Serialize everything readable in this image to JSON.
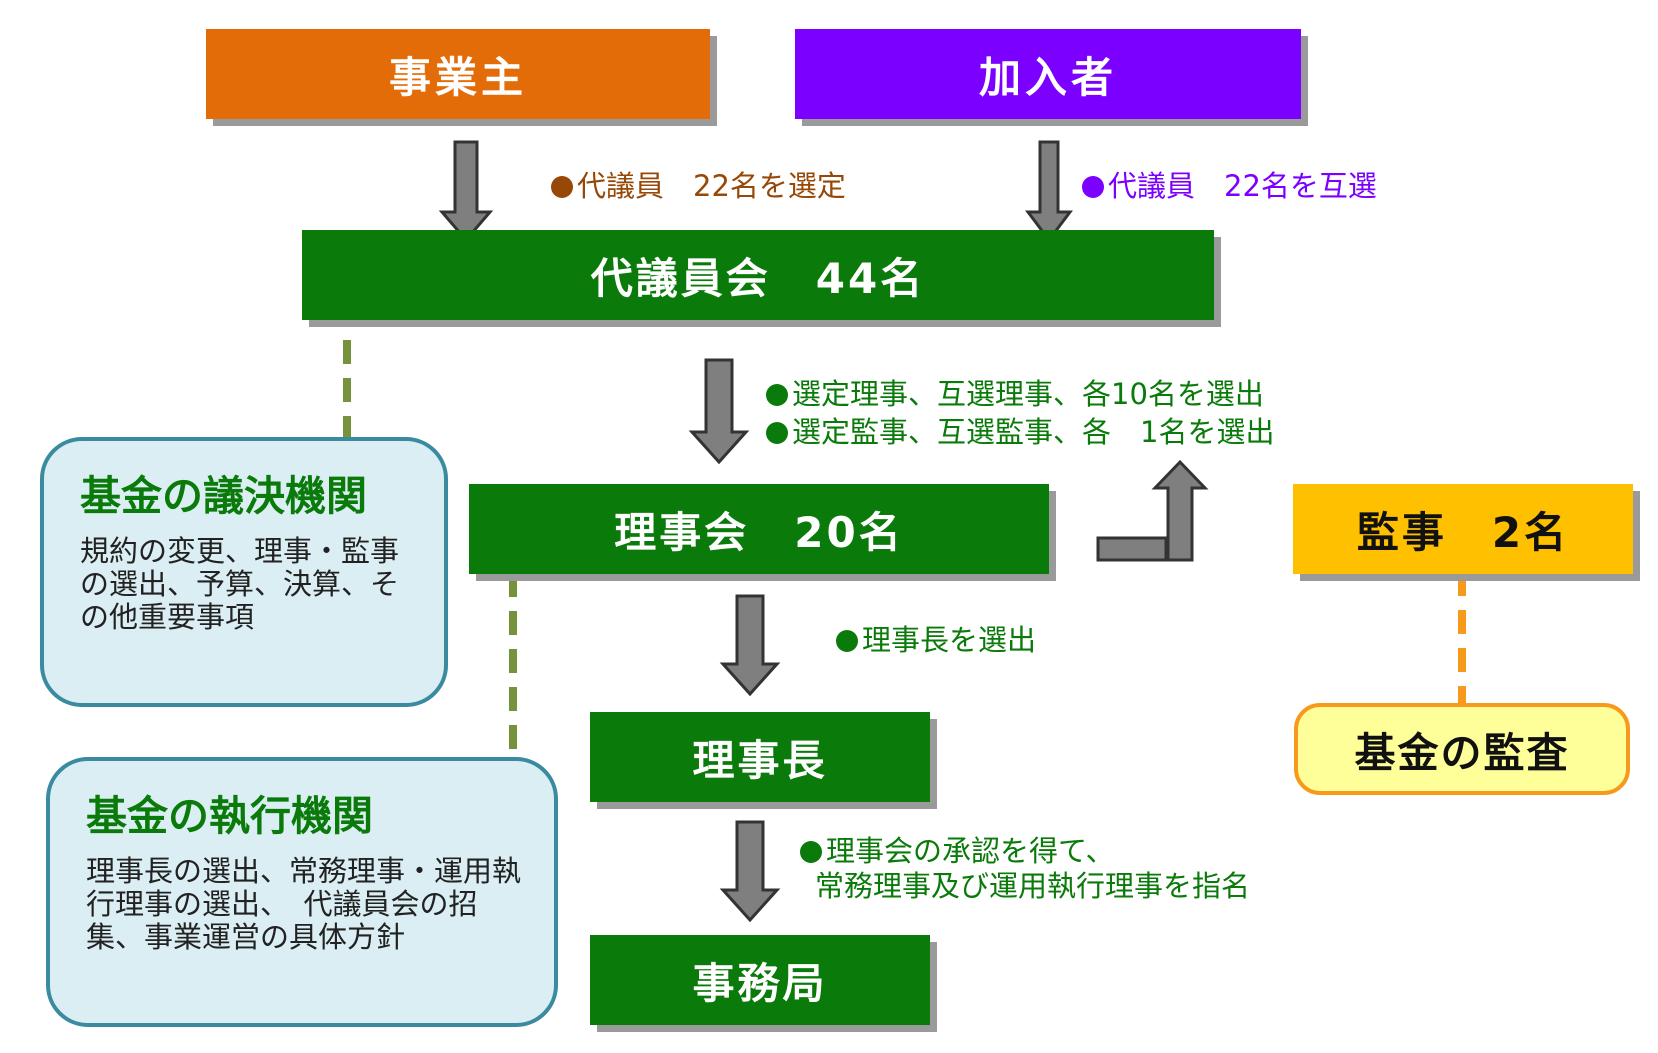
{
  "boxes": {
    "employer": "事業主",
    "members": "加入者",
    "delegates_assembly": "代議員会　44名",
    "board": "理事会　20名",
    "auditors": "監事　2名",
    "chairman": "理事長",
    "secretariat": "事務局"
  },
  "labels": {
    "employer_select": "代議員　22名を選定",
    "members_elect": "代議員　22名を互選",
    "elect_directors": "選定理事、互選理事、各10名を選出",
    "elect_auditors": "選定監事、互選監事、各　1名を選出",
    "elect_chairman": "理事長を選出",
    "appoint_line1": "理事会の承認を得て、",
    "appoint_line2": "常務理事及び運用執行理事を指名"
  },
  "callouts": {
    "decision": {
      "title": "基金の議決機関",
      "body": "規約の変更、理事・監事の選出、予算、決算、その他重要事項"
    },
    "execution": {
      "title": "基金の執行機関",
      "body": "理事長の選出、常務理事・運用執行理事の選出、　代議員会の招集、事業運営の具体方針"
    },
    "audit": {
      "title": "基金の監査"
    }
  },
  "colors": {
    "employer": "#e36c09",
    "members": "#7b00ff",
    "green": "#0a7a0a",
    "auditor_box": "#ffc000",
    "audit_callout_fill": "#ffff99",
    "audit_callout_border": "#f79a1c",
    "arrow_fill": "#7f7f7f",
    "employer_text": "#974806",
    "members_text": "#7b00ff",
    "callout_border": "#3a8aa0",
    "callout_fill": "#daeef3",
    "dashed_green": "#76923c"
  }
}
